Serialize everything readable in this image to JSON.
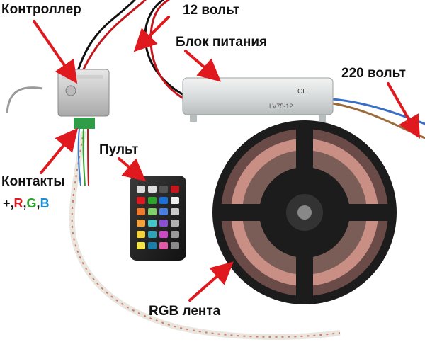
{
  "labels": {
    "controller": "Контроллер",
    "volt12": "12 вольт",
    "power_supply": "Блок питания",
    "volt220": "220 вольт",
    "remote": "Пульт",
    "contacts": "Контакты",
    "rgb_plus": "+,",
    "rgb_r": "R",
    "rgb_comma1": ",",
    "rgb_g": "G",
    "rgb_comma2": ",",
    "rgb_b": "B",
    "rgb_strip": "RGB лента"
  },
  "psu": {
    "model": "LV75-12"
  },
  "colors": {
    "arrow": "#e0191e",
    "letter_r": "#e0191e",
    "letter_g": "#2aa52a",
    "letter_b": "#1a8fd8",
    "reel": "#1c1c1c"
  },
  "icons": [
    "controller-box",
    "power-supply",
    "ir-remote",
    "led-strip-reel",
    "pointer-arrow"
  ]
}
